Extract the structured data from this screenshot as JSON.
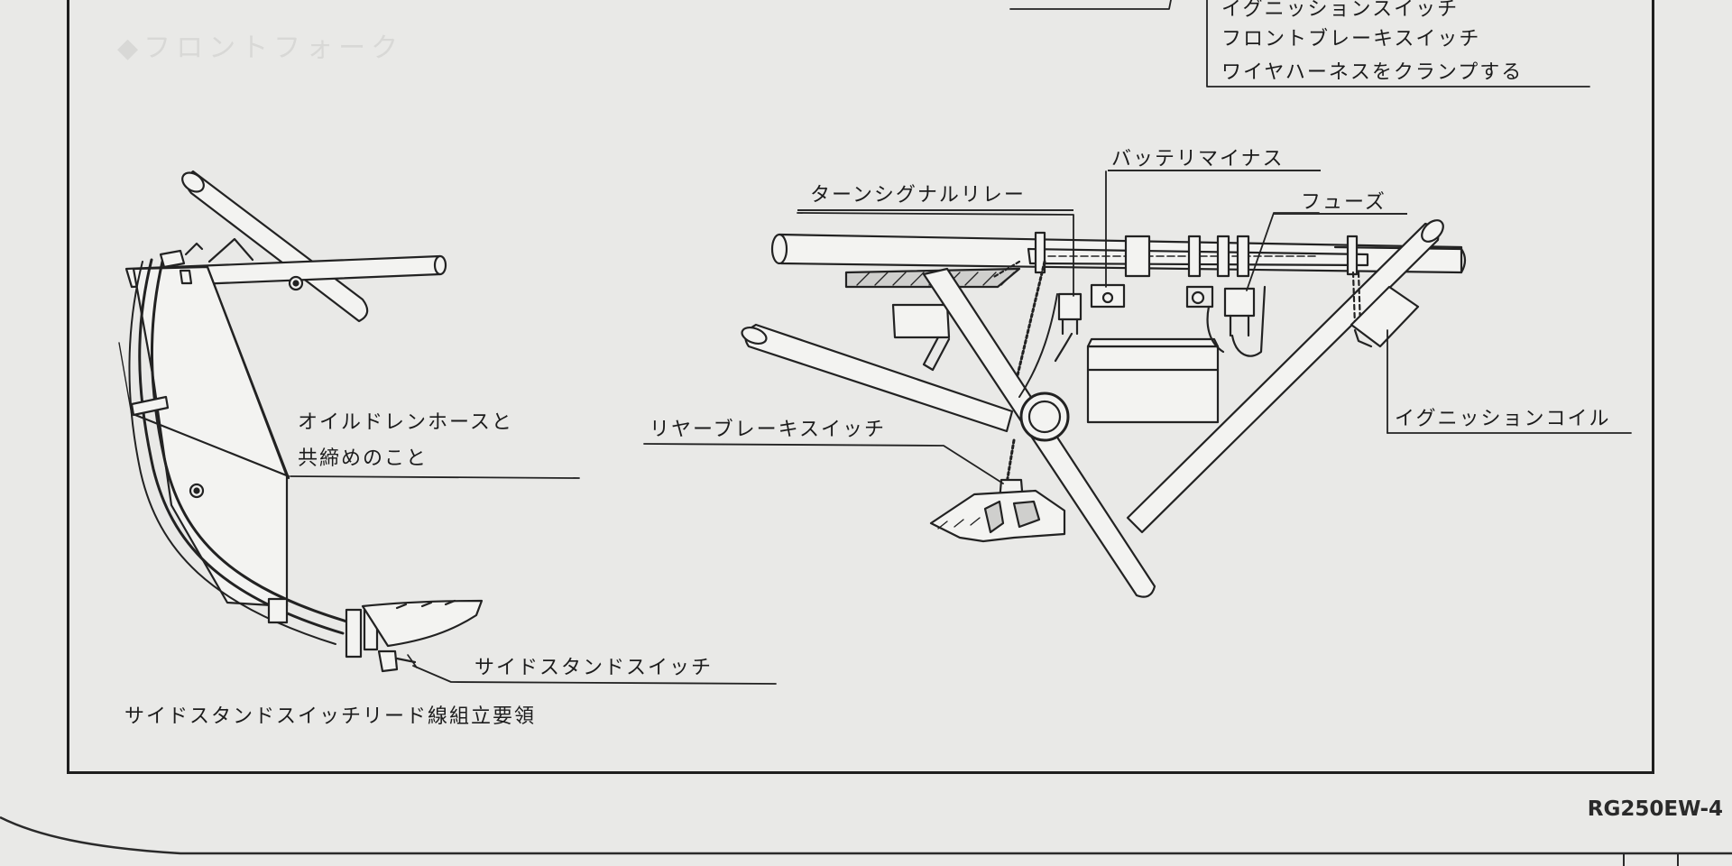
{
  "labels": {
    "top_right_1": "イグニッションスイッチ",
    "top_right_2": "フロントブレーキスイッチ",
    "top_right_3": "ワイヤハーネスをクランプする",
    "battery_minus": "バッテリマイナス",
    "turn_signal_relay": "ターンシグナルリレー",
    "fuse": "フューズ",
    "ignition_coil": "イグニッションコイル",
    "rear_brake_switch": "リヤーブレーキスイッチ",
    "oil_drain_hose_1": "オイルドレンホースと",
    "oil_drain_hose_2": "共締めのこと",
    "side_stand_switch": "サイドスタンドスイッチ",
    "side_stand_caption": "サイドスタンドスイッチリード線組立要領"
  },
  "page_code": "RG250EW-4",
  "colors": {
    "paper": "#e9e9e7",
    "ink": "#1e1e1e",
    "part_fill": "#f3f3f1"
  }
}
